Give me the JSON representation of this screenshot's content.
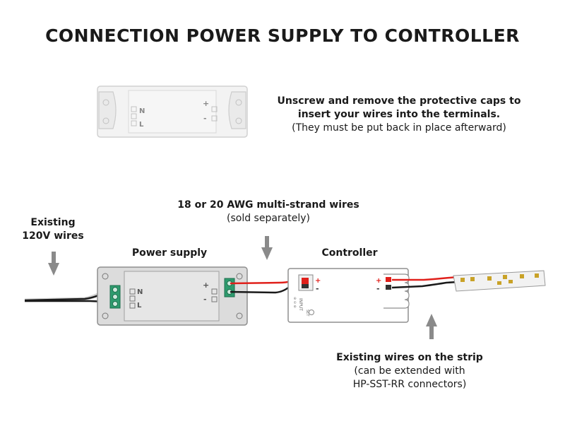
{
  "title": "CONNECTION POWER SUPPLY TO CONTROLLER",
  "caps_note": {
    "line1": "Unscrew and remove the protective caps to",
    "line2": "insert your wires into the terminals.",
    "line3": "(They must be put back in place afterward)"
  },
  "existing_wires": {
    "line1": "Existing",
    "line2": "120V wires"
  },
  "power_supply_label": "Power supply",
  "controller_label": "Controller",
  "awg_note": {
    "line1": "18 or 20 AWG multi-strand wires",
    "line2": "(sold separately)"
  },
  "strip_note": {
    "line1": "Existing wires on the strip",
    "line2": "(can be extended with",
    "line3": "HP-SST-RR connectors)"
  },
  "terminals": {
    "n": "N",
    "l": "L",
    "plus": "+",
    "minus": "-"
  },
  "controller_text": {
    "input": "INPUT",
    "set": "SET"
  },
  "colors": {
    "wire_red": "#e0201b",
    "wire_black": "#1a1a1a",
    "terminal_green": "#2e9b6e",
    "body_grey": "#dcdcdc",
    "arrow_grey": "#8a8a8a"
  }
}
